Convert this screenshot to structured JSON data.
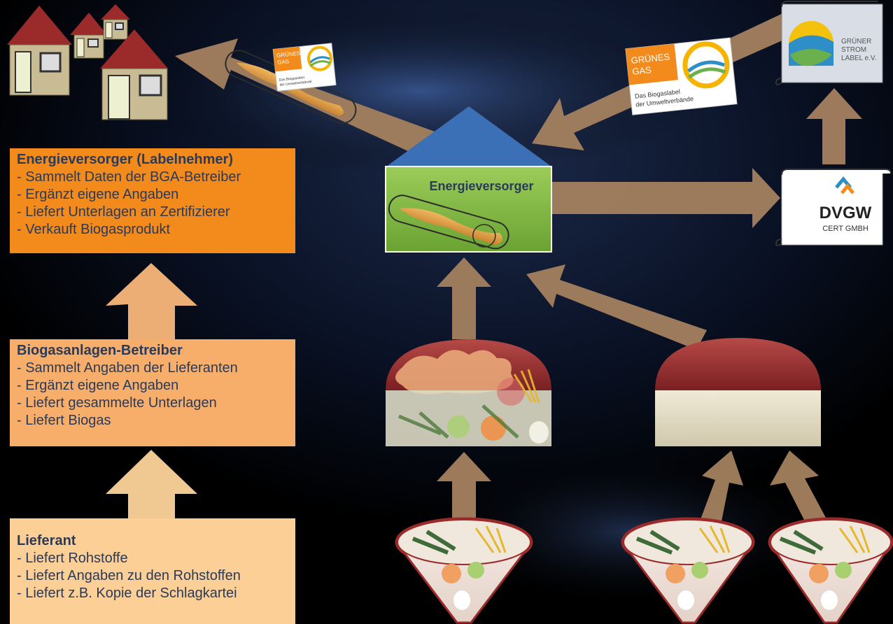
{
  "energieversorger_box": {
    "title": "Energieversorger (Labelnehmer)",
    "lines": [
      "- Sammelt Daten der BGA-Betreiber",
      "- Ergänzt eigene Angaben",
      "- Liefert Unterlagen an Zertifizierer",
      "- Verkauft Biogasprodukt"
    ]
  },
  "biogas_box": {
    "title": "Biogasanlagen-Betreiber",
    "lines": [
      "- Sammelt Angaben der Lieferanten",
      "- Ergänzt eigene Angaben",
      "- Liefert gesammelte Unterlagen",
      "- Liefert Biogas"
    ]
  },
  "lieferant_box": {
    "title": "Lieferant",
    "lines": [
      "- Liefert Rohstoffe",
      "- Liefert Angaben zu den Rohstoffen",
      "- Liefert z.B. Kopie der Schlagkartei"
    ]
  },
  "supplier_node": {
    "label": "Energieversorger"
  },
  "label_gruenes_gas": {
    "line1": "GRÜNES",
    "line2": "GAS",
    "subline1": "Das Biogaslabel",
    "subline2": "der Umweltverbände"
  },
  "label_gruener_strom": {
    "line1": "GRÜNER",
    "line2": "STROM",
    "line3": "LABEL e.V."
  },
  "dvgw": {
    "name": "DVGW",
    "sub": "CERT GMBH"
  },
  "colors": {
    "orange_dark": "#f28a1c",
    "orange_mid": "#f7ae6a",
    "orange_light": "#fbcf96",
    "arrow_tan": "#a4815f",
    "house_roof": "#9b2a2a",
    "house_wall": "#c9bb93",
    "node_roof": "#3b6fb6",
    "node_body": "#7cb342",
    "dome_red": "#8e2f2f"
  }
}
